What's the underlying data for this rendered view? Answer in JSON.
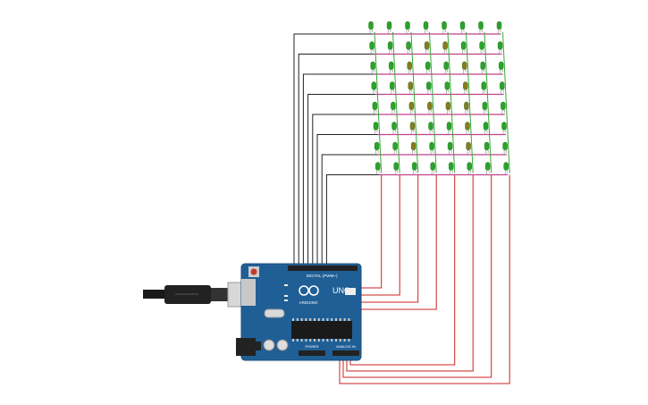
{
  "board": {
    "digital_label": "DIGITAL (PWM~)",
    "logo_text": "UNO",
    "brand_text": "ARDUINO",
    "power_label": "POWER",
    "analog_label": "ANALOG IN"
  },
  "leds": {
    "rows": 8,
    "cols": 8,
    "lit_color": "#2aa32a",
    "dim_color": "#8a7a1e",
    "lit_pattern": [
      [
        1,
        1,
        1,
        1,
        1,
        1,
        1,
        1
      ],
      [
        1,
        1,
        1,
        0,
        0,
        1,
        1,
        1
      ],
      [
        1,
        1,
        0,
        1,
        1,
        0,
        1,
        1
      ],
      [
        1,
        1,
        0,
        1,
        1,
        0,
        1,
        1
      ],
      [
        1,
        1,
        0,
        0,
        0,
        0,
        1,
        1
      ],
      [
        1,
        1,
        0,
        1,
        1,
        0,
        1,
        1
      ],
      [
        1,
        1,
        0,
        1,
        1,
        0,
        1,
        1
      ],
      [
        1,
        1,
        1,
        1,
        1,
        1,
        1,
        1
      ]
    ]
  },
  "colors": {
    "board": "#1f5f95",
    "wire_black": "#222222",
    "wire_red": "#cc2222",
    "wire_magenta": "#c0408a",
    "wire_green": "#3aa83a"
  }
}
